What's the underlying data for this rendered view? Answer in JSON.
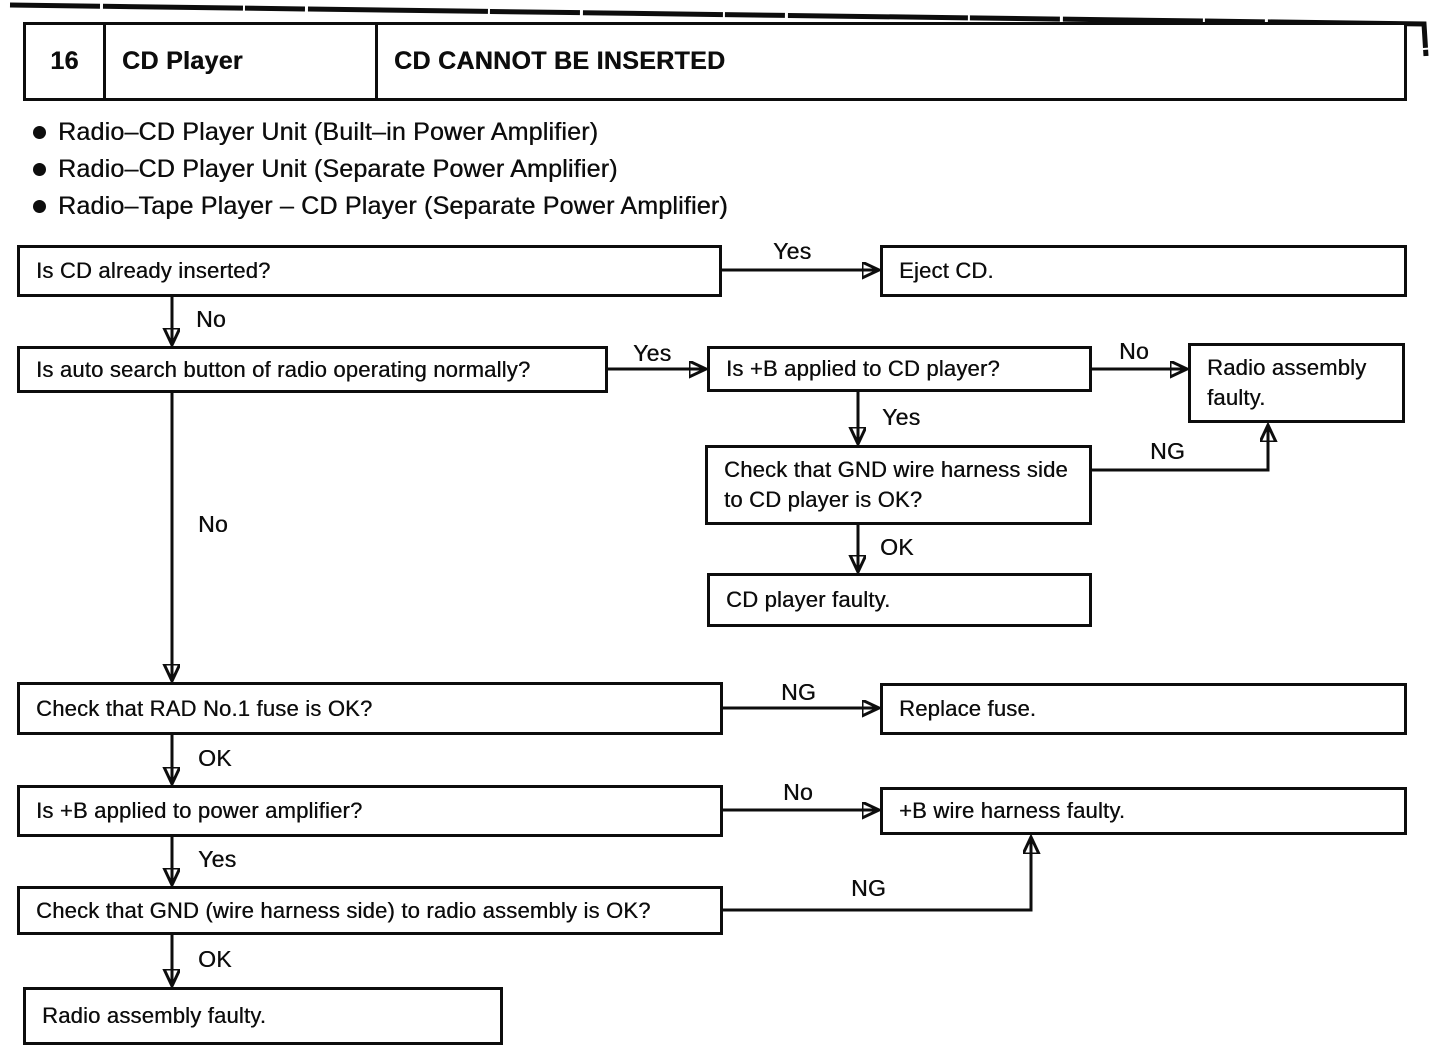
{
  "colors": {
    "ink": "#0d0d0d",
    "paper": "#ffffff"
  },
  "header": {
    "section_number": "16",
    "system": "CD Player",
    "title": "CD CANNOT BE INSERTED"
  },
  "applicable_units": [
    "Radio–CD Player Unit (Built–in Power Amplifier)",
    "Radio–CD Player Unit (Separate Power Amplifier)",
    "Radio–Tape Player – CD Player (Separate Power Amplifier)"
  ],
  "flowchart": {
    "boxes": {
      "cd_inserted": "Is CD already inserted?",
      "eject_cd": "Eject CD.",
      "auto_search": "Is auto search button of radio operating normally?",
      "b_applied_cd_player": "Is +B applied to CD player?",
      "radio_assembly_faulty_top": "Radio assembly faulty.",
      "gnd_to_cd_player": "Check that GND wire harness side to CD player is OK?",
      "cd_player_faulty": "CD player faulty.",
      "rad_no1_fuse": "Check that RAD No.1 fuse is OK?",
      "replace_fuse": "Replace fuse.",
      "b_applied_power_amp": "Is +B applied to power amplifier?",
      "b_wire_harness_faulty": "+B wire harness faulty.",
      "gnd_to_radio_assembly": "Check that GND (wire harness side) to radio assembly is OK?",
      "radio_assembly_faulty_bottom": "Radio assembly faulty."
    },
    "edge_labels": {
      "cd_inserted_yes": "Yes",
      "cd_inserted_no": "No",
      "auto_search_yes": "Yes",
      "auto_search_no": "No",
      "b_applied_cd_no": "No",
      "b_applied_cd_yes": "Yes",
      "gnd_cd_ng": "NG",
      "gnd_cd_ok": "OK",
      "rad_fuse_ng": "NG",
      "rad_fuse_ok": "OK",
      "power_amp_no": "No",
      "power_amp_yes": "Yes",
      "gnd_radio_ng": "NG",
      "gnd_radio_ok": "OK"
    }
  }
}
